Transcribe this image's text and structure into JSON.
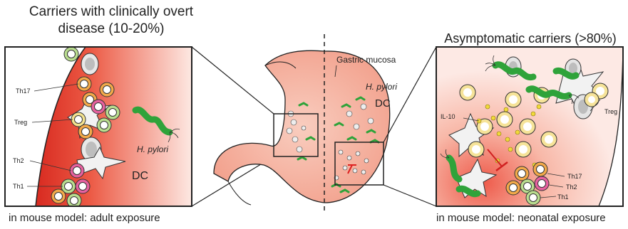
{
  "titles": {
    "left": "Carriers with clinically overt disease (10-20%)",
    "right": "Asymptomatic carriers (>80%)"
  },
  "captions": {
    "left": "in mouse model: adult exposure",
    "right": "in mouse model: neonatal exposure"
  },
  "left_panel": {
    "labels": {
      "th17": "Th17",
      "treg": "Treg",
      "th2": "Th2",
      "th1": "Th1",
      "dc": "DC",
      "hp": "H. pylori"
    }
  },
  "center": {
    "labels": {
      "mucosa": "Gastric mucosa",
      "hp": "H. pylori",
      "dc": "DC"
    }
  },
  "right_panel": {
    "labels": {
      "il10": "IL-10",
      "treg": "Treg",
      "th17": "Th17",
      "th2": "Th2",
      "th1": "Th1"
    }
  },
  "colors": {
    "tissue_red": "#e8473a",
    "tissue_pink": "#f6b3a3",
    "bacteria_green": "#2fa33a",
    "th17_orange": "#f0a040",
    "treg_yellow": "#f4e089",
    "th2_pink": "#e05a9a",
    "th1_green": "#9fd46e",
    "dc_gray": "#d0d0d0"
  }
}
